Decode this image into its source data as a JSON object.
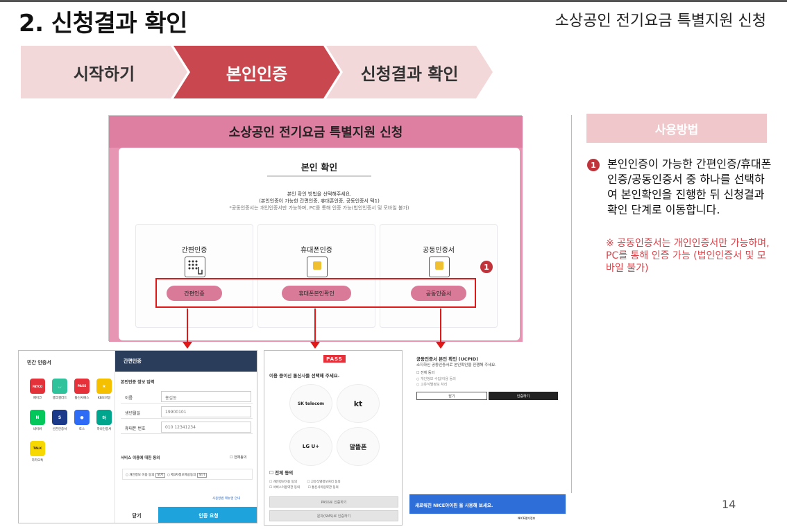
{
  "header": {
    "title": "2. 신청결과 확인",
    "subtitle": "소상공인 전기요금 특별지원 신청"
  },
  "steps": [
    {
      "label": "시작하기",
      "active": false
    },
    {
      "label": "본인인증",
      "active": true
    },
    {
      "label": "신청결과 확인",
      "active": false
    }
  ],
  "mock": {
    "header": "소상공인 전기요금 특별지원 신청",
    "card_title": "본인 확인",
    "instruction_1": "본인 확인 방법을 선택해주세요.",
    "instruction_2": "(본인인증이 가능한 간편인증, 휴대폰인증, 공동인증서 택1)",
    "instruction_3": "*공동인증서는 개인인증서만 가능하며, PC를 통해 인증 가능(법인인증서 및 모바일 불가)",
    "options": [
      {
        "title": "간편인증",
        "button": "간편인증",
        "icon": "keypad-icon"
      },
      {
        "title": "휴대폰인증",
        "button": "휴대폰본인확인",
        "icon": "laptop-lock-icon"
      },
      {
        "title": "공동인증서",
        "button": "공동인증서",
        "icon": "certificate-lock-icon"
      }
    ],
    "badge": "1"
  },
  "usage": {
    "title": "사용방법",
    "badge": "1",
    "text": "본인인증이 가능한 간편인증/휴대폰인증/공동인증서 중 하나를 선택하여 본인확인을 진행한 뒤 신청결과 확인 단계로 이동합니다.",
    "note": "※ 공동인증서는 개인인증서만 가능하며, PC를 통해 인증 가능 (법인인증서 및 모바일 불가)"
  },
  "page_number": "14",
  "shot_simple": {
    "left_title": "민간 인증서",
    "apps": [
      {
        "name": "페이코",
        "color": "#e4323a",
        "glyph": "PAYCO"
      },
      {
        "name": "뱅크샐러드",
        "color": "#2fc29b",
        "glyph": "◡"
      },
      {
        "name": "통신사패스",
        "color": "#e6313a",
        "glyph": "PASS"
      },
      {
        "name": "KB모바일",
        "color": "#f5c000",
        "glyph": "★"
      },
      {
        "name": "네이버",
        "color": "#03c75a",
        "glyph": "N"
      },
      {
        "name": "신한인증서",
        "color": "#1b3b8a",
        "glyph": "S"
      },
      {
        "name": "토스",
        "color": "#2f6cf5",
        "glyph": "●"
      },
      {
        "name": "하나인증서",
        "color": "#00a58d",
        "glyph": "하"
      },
      {
        "name": "카카오톡",
        "color": "#f7d800",
        "glyph": "TALK"
      }
    ],
    "right_title": "간편인증",
    "section_label": "본인인증 정보 입력",
    "fields": [
      {
        "label": "이름",
        "value": "홍길동"
      },
      {
        "label": "생년월일",
        "value": "19900101"
      },
      {
        "label": "휴대폰 번호",
        "value": "010  12341234"
      }
    ],
    "terms_label": "서비스 이용에 대한 동의",
    "agree_all": "전체동의",
    "term_1": "개인정보 이용 동의",
    "term_2": "제3자정보제공동의",
    "view": "보기",
    "guide": "사용방법 매뉴얼 안내",
    "close": "닫기",
    "request": "인증 요청"
  },
  "shot_pass": {
    "logo": "PASS",
    "prompt": "이용 중이신 통신사를 선택해 주세요.",
    "carriers": [
      "SK telecom",
      "kt",
      "LG U+",
      "알뜰폰"
    ],
    "agree_all": "전체 동의",
    "terms": [
      "개인정보이용 동의",
      "고유식별정보처리 동의",
      "서비스이용약관 동의",
      "통신사이용약관 동의"
    ],
    "btn_pass": "PASS로 인증하기",
    "btn_sms": "문자(SMS)로 인증하기"
  },
  "shot_cert": {
    "title": "공동인증서 본인 확인 (UCPID)",
    "subtitle": "소지하신 공동인증서로 본인확인을 진행해 주세요.",
    "agree_all": "전체 동의",
    "check_1": "개인정보 수집/이용 동의",
    "check_2": "고유식별정보 처리",
    "btn_close": "닫기",
    "btn_auth": "인증하기",
    "banner": "새로워진 NICE아이핀 을 사용해 보세요.",
    "footer": "NICE평가정보"
  }
}
